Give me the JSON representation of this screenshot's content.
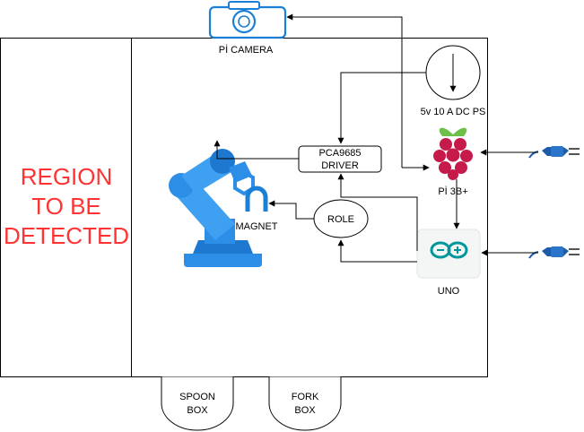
{
  "region": {
    "lines": [
      "REGION",
      "TO BE",
      "DETECTED"
    ]
  },
  "camera": {
    "label": "Pİ CAMERA"
  },
  "power_supply": {
    "label": "5v 10 A DC PS"
  },
  "raspberry": {
    "label": "Pİ 3B+"
  },
  "driver": {
    "line1": "PCA9685",
    "line2": "DRIVER"
  },
  "role": {
    "label": "ROLE"
  },
  "magnet": {
    "label": "MAGNET"
  },
  "uno": {
    "label": "UNO"
  },
  "spoon_box": {
    "line1": "SPOON",
    "line2": "BOX"
  },
  "fork_box": {
    "line1": "FORK",
    "line2": "BOX"
  },
  "colors": {
    "region_text": "#ff3333",
    "camera_blue": "#1b7fd6",
    "robot_blue": "#2c8ee6",
    "berry_red": "#c51a4a",
    "leaf_green": "#6cc04a",
    "arduino_teal": "#00979c",
    "plug_blue": "#1c5ba8"
  },
  "icons": [
    "camera-icon",
    "power-supply-icon",
    "raspberry-pi-icon",
    "robot-arm-icon",
    "magnet-icon",
    "arduino-icon",
    "power-plug-icon"
  ]
}
